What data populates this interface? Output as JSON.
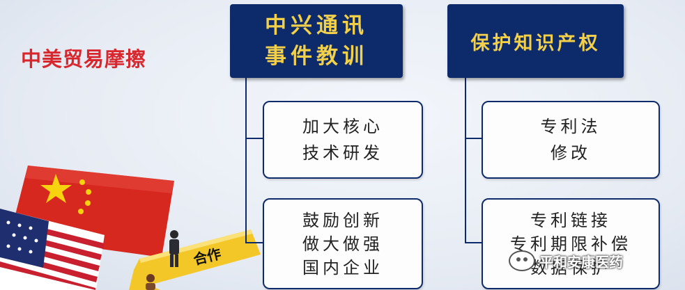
{
  "diagram": {
    "side_title": "中美贸易摩擦",
    "branch_a": {
      "heading_line1": "中兴通讯",
      "heading_line2": "事件教训",
      "items": [
        {
          "lines": [
            "加大核心",
            "技术研发"
          ]
        },
        {
          "lines": [
            "鼓励创新",
            "做大做强",
            "国内企业"
          ]
        }
      ]
    },
    "branch_b": {
      "heading": "保护知识产权",
      "items": [
        {
          "lines": [
            "专利法",
            "修改"
          ]
        },
        {
          "lines": [
            "专利链接",
            "专利期限补偿",
            "数据保护"
          ]
        }
      ]
    },
    "illustration_label": "合作",
    "watermark": "平和安康医药",
    "colors": {
      "heading_bg": "#0d2a6b",
      "heading_text": "#f2d04a",
      "side_title": "#d9262c",
      "connector": "#0d2a6b"
    }
  }
}
